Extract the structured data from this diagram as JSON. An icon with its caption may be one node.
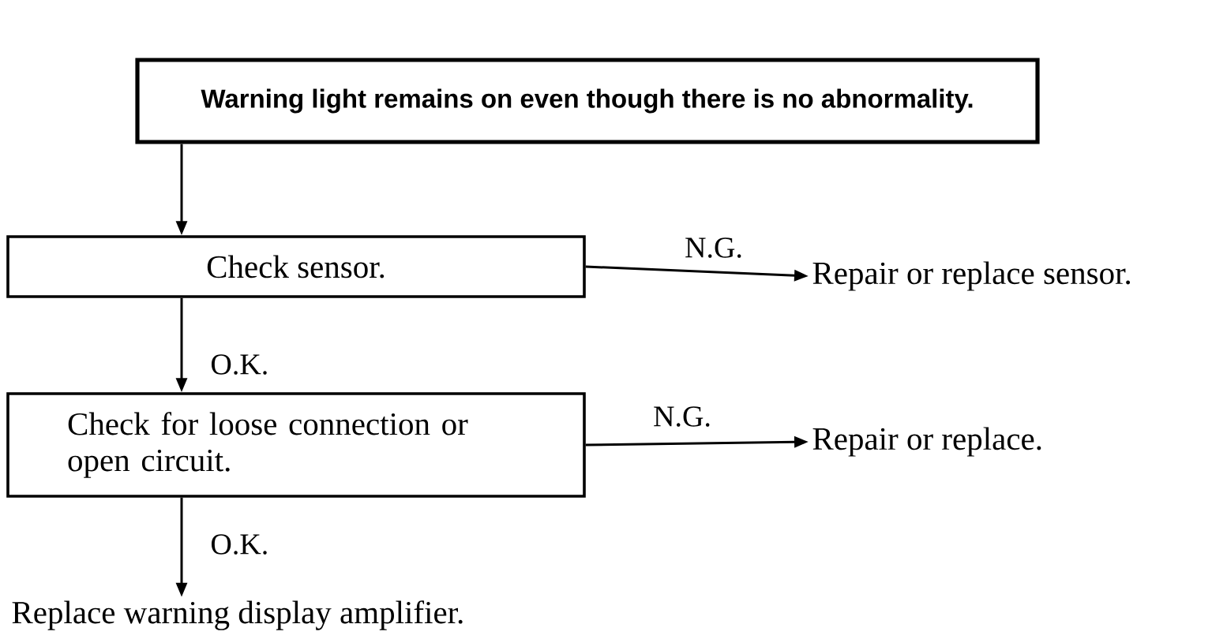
{
  "diagram": {
    "nodes": [
      {
        "text": [
          "Warning light remains on even though there is no abnormality."
        ]
      },
      {
        "text": [
          "Check sensor."
        ]
      },
      {
        "text": [
          "Repair or replace sensor."
        ]
      },
      {
        "text": [
          "Check for loose connection or open circuit."
        ]
      },
      {
        "text": [
          "Repair or replace."
        ]
      },
      {
        "text": [
          "Replace warning display amplifier."
        ]
      }
    ],
    "edges": [
      {
        "from": 0,
        "to": 1,
        "arrow": "to"
      },
      {
        "from": 1,
        "to": 2,
        "arrow": "to",
        "label": "N.G."
      },
      {
        "from": 1,
        "to": 3,
        "arrow": "to",
        "label": "O.K."
      },
      {
        "from": 3,
        "to": 4,
        "arrow": "to",
        "label": "N.G."
      },
      {
        "from": 3,
        "to": 5,
        "arrow": "to",
        "label": "O.K."
      }
    ]
  }
}
